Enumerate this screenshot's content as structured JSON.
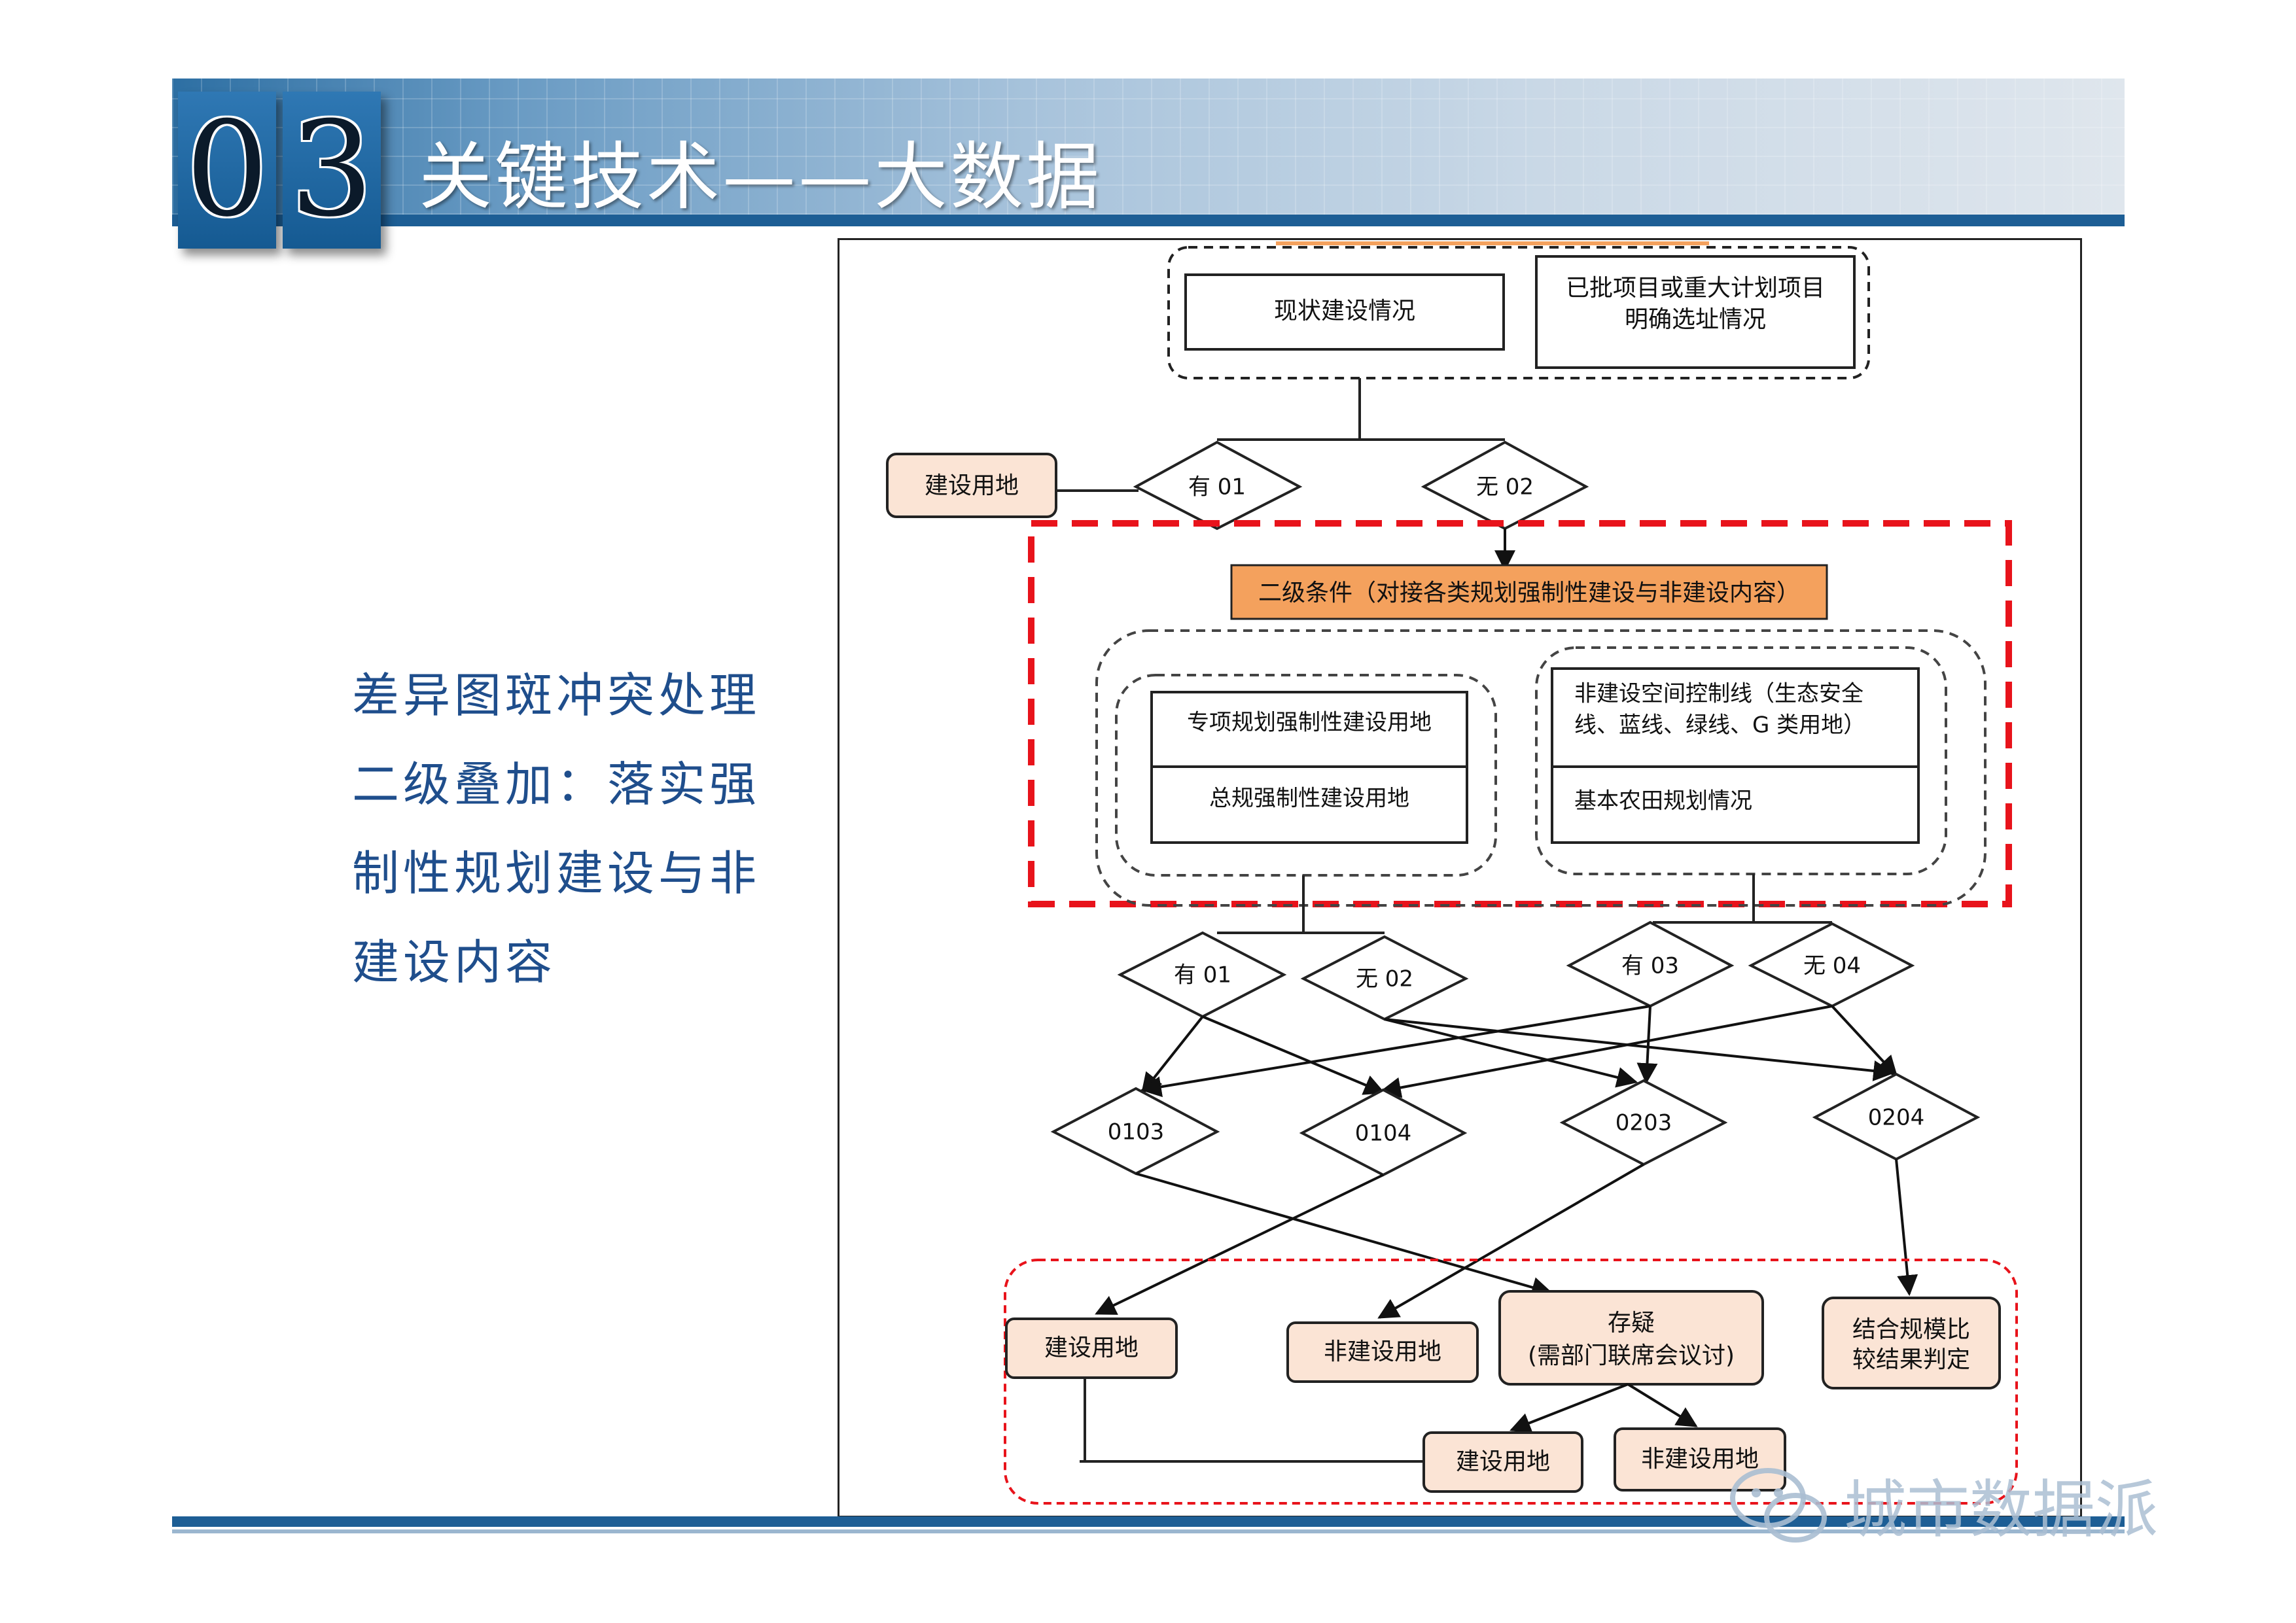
{
  "header": {
    "num_1": "0",
    "num_2": "3",
    "title": "关键技术——大数据"
  },
  "sidebar_text": {
    "line1": "差异图斑冲突处理",
    "line2": "二级叠加：落实强",
    "line3": "制性规划建设与非",
    "line4": "建设内容"
  },
  "diagram": {
    "top_left_box": "现状建设情况",
    "top_right_box_line1": "已批项目或重大计划项目",
    "top_right_box_line2": "明确选址情况",
    "land_use_left": "建设用地",
    "diamond_you_01": "有 01",
    "diamond_wu_02": "无 02",
    "secondary_condition": "二级条件（对接各类规划强制性建设与非建设内容）",
    "left_group_top": "专项规划强制性建设用地",
    "left_group_bottom": "总规强制性建设用地",
    "right_group_top_line1": "非建设空间控制线（生态安全",
    "right_group_top_line2": "线、蓝线、绿线、G 类用地）",
    "right_group_bottom": "基本农田规划情况",
    "d2_you_01": "有 01",
    "d2_wu_02": "无 02",
    "d2_you_03": "有 03",
    "d2_wu_04": "无 04",
    "d3_0103": "0103",
    "d3_0104": "0104",
    "d3_0203": "0203",
    "d3_0204": "0204",
    "result_build": "建设用地",
    "result_nonbuild": "非建设用地",
    "result_doubt_line1": "存疑",
    "result_doubt_line2": "(需部门联席会议讨)",
    "result_compare_line1": "结合规模比",
    "result_compare_line2": "较结果判定",
    "bottom_build": "建设用地",
    "bottom_nonbuild": "非建设用地"
  },
  "watermark": "城市数据派",
  "colors": {
    "accent_blue": "#1d5e95",
    "title_text": "#1f4e8c",
    "orange_box": "#f4a15d",
    "peach_box": "#fbe4d5",
    "red_dash": "#e8131b"
  }
}
